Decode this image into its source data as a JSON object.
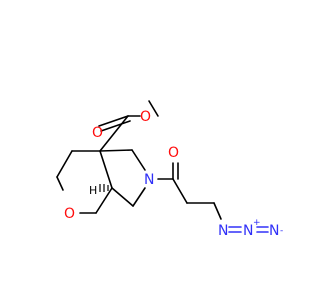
{
  "molecule": {
    "atoms": {
      "O_ester_carbonyl": "O",
      "O_ester_single": "O",
      "O_ring": "O",
      "O_amide": "O",
      "N_ring": "N",
      "N_azide_1": "N",
      "N_azide_2": "N",
      "N_azide_3": "N",
      "H_stereo": "H"
    },
    "charges": {
      "N_azide_2": "+",
      "N_azide_3": "-"
    },
    "stereo_labels": {
      "C_quaternary": "",
      "C_ring_fusion": ""
    }
  },
  "colors": {
    "carbon_bonds": "#000000",
    "oxygen": "#ff0d0d",
    "nitrogen": "#3030f8"
  }
}
